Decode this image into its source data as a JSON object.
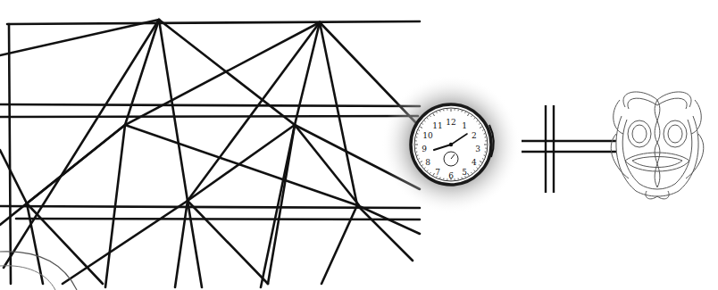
{
  "diagram": {
    "labels": [
      "12",
      "1",
      "2",
      "3",
      "4",
      "5",
      "6",
      "7",
      "8",
      "9",
      "10",
      "11"
    ]
  }
}
